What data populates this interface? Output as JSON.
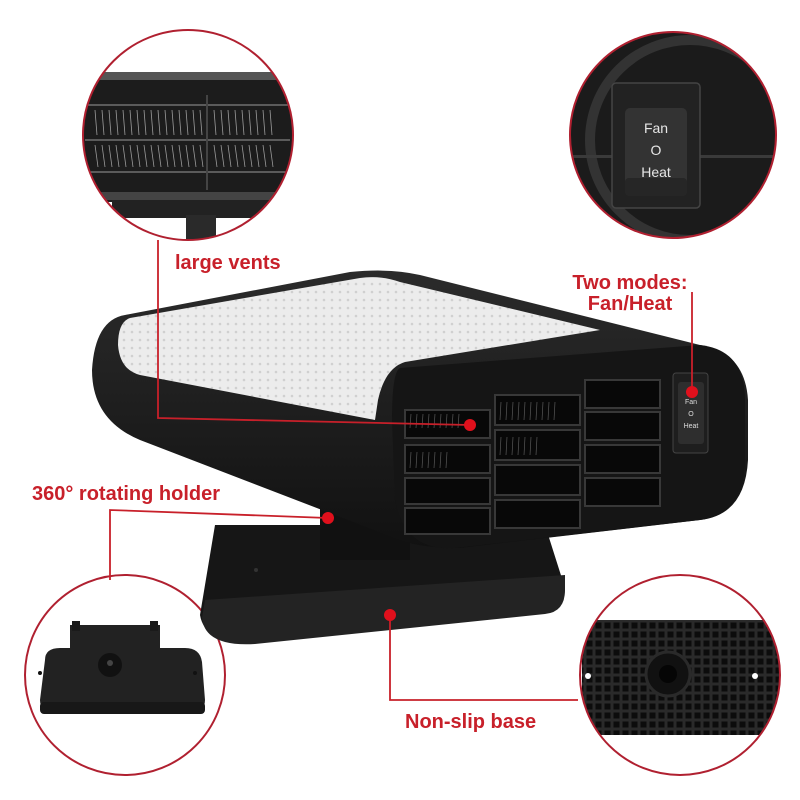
{
  "colors": {
    "accent": "#c8202a",
    "callout_dot": "#e0101c",
    "product_black": "#1a1a1a",
    "product_grey": "#3a3a3a",
    "top_panel": "#e8e8e8"
  },
  "callouts": {
    "vents": {
      "label": "large vents"
    },
    "modes": {
      "line1": "Two modes:",
      "line2": "Fan/Heat"
    },
    "holder": {
      "label": "360°  rotating holder"
    },
    "base": {
      "label": "Non-slip base"
    }
  },
  "switch": {
    "top": "Fan",
    "symbol": "O",
    "bottom": "Heat"
  },
  "small_switch": {
    "top": "Fan",
    "symbol": "O",
    "bottom": "Heat"
  }
}
